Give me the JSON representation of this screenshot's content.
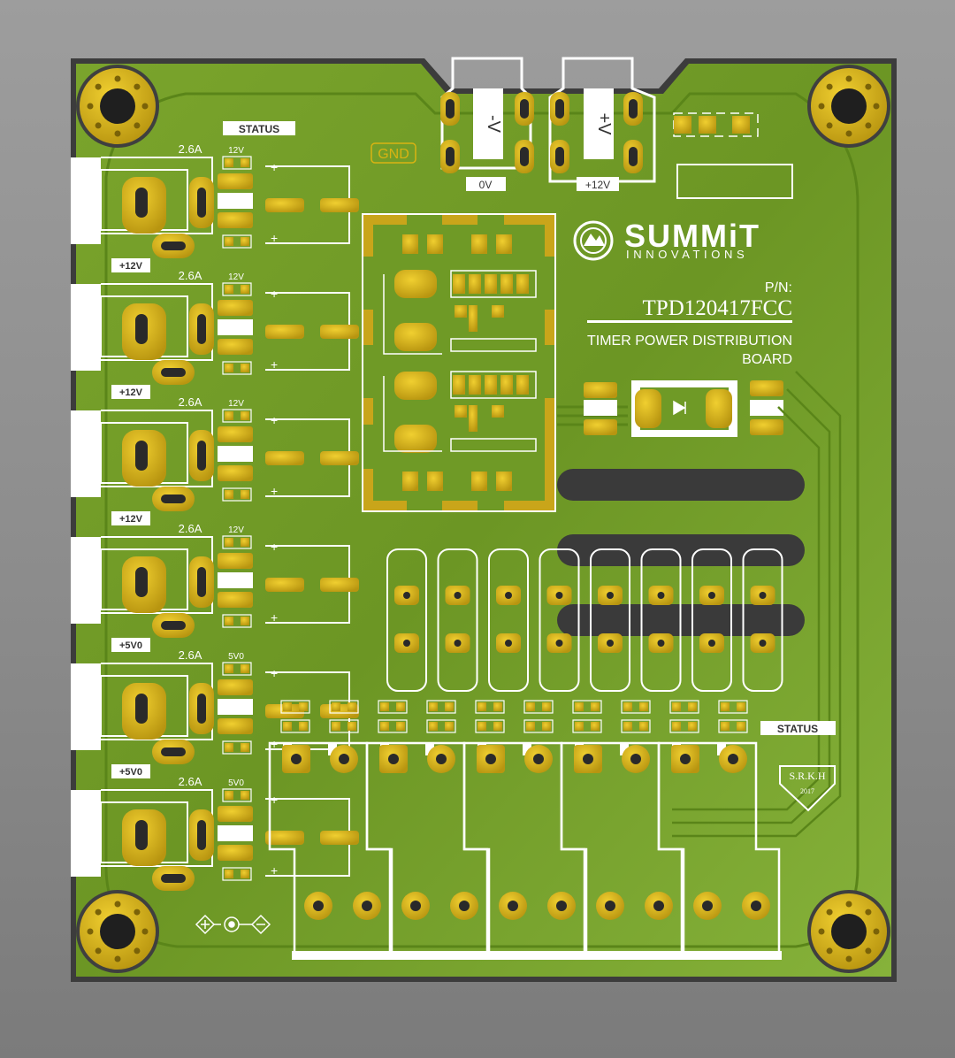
{
  "board": {
    "part_label": "P/N:",
    "part_number": "TPD120417FCC",
    "description_line1": "TIMER POWER DISTRIBUTION",
    "description_line2": "BOARD"
  },
  "brand": {
    "name": "SUMMiT",
    "subname": "INNOVATIONS"
  },
  "labels": {
    "status_top": "STATUS",
    "status_right": "STATUS",
    "gnd": "GND",
    "zero_v": "0V",
    "plus_12v": "+12V",
    "minus_sign": "-V",
    "plus_sign": "+V"
  },
  "channels": [
    {
      "current": "2.6A",
      "voltage": "12V",
      "rail": "+12V"
    },
    {
      "current": "2.6A",
      "voltage": "12V",
      "rail": "+12V"
    },
    {
      "current": "2.6A",
      "voltage": "12V",
      "rail": "+12V"
    },
    {
      "current": "2.6A",
      "voltage": "12V",
      "rail": "+5V0"
    },
    {
      "current": "2.6A",
      "voltage": "5V0",
      "rail": "+5V0"
    },
    {
      "current": "2.6A",
      "voltage": "5V0",
      "rail": ""
    }
  ],
  "stamp": {
    "initials": "S.R.K.H",
    "year": "2017"
  },
  "colors": {
    "board": "#6f9a26",
    "board_light": "#84b035",
    "trace": "#5d8a1c",
    "copper": "#d9b312",
    "copper_dark": "#a9870a",
    "drill": "#2a2a2a",
    "slot": "#3a3a3a",
    "silkscreen": "#ffffff"
  }
}
